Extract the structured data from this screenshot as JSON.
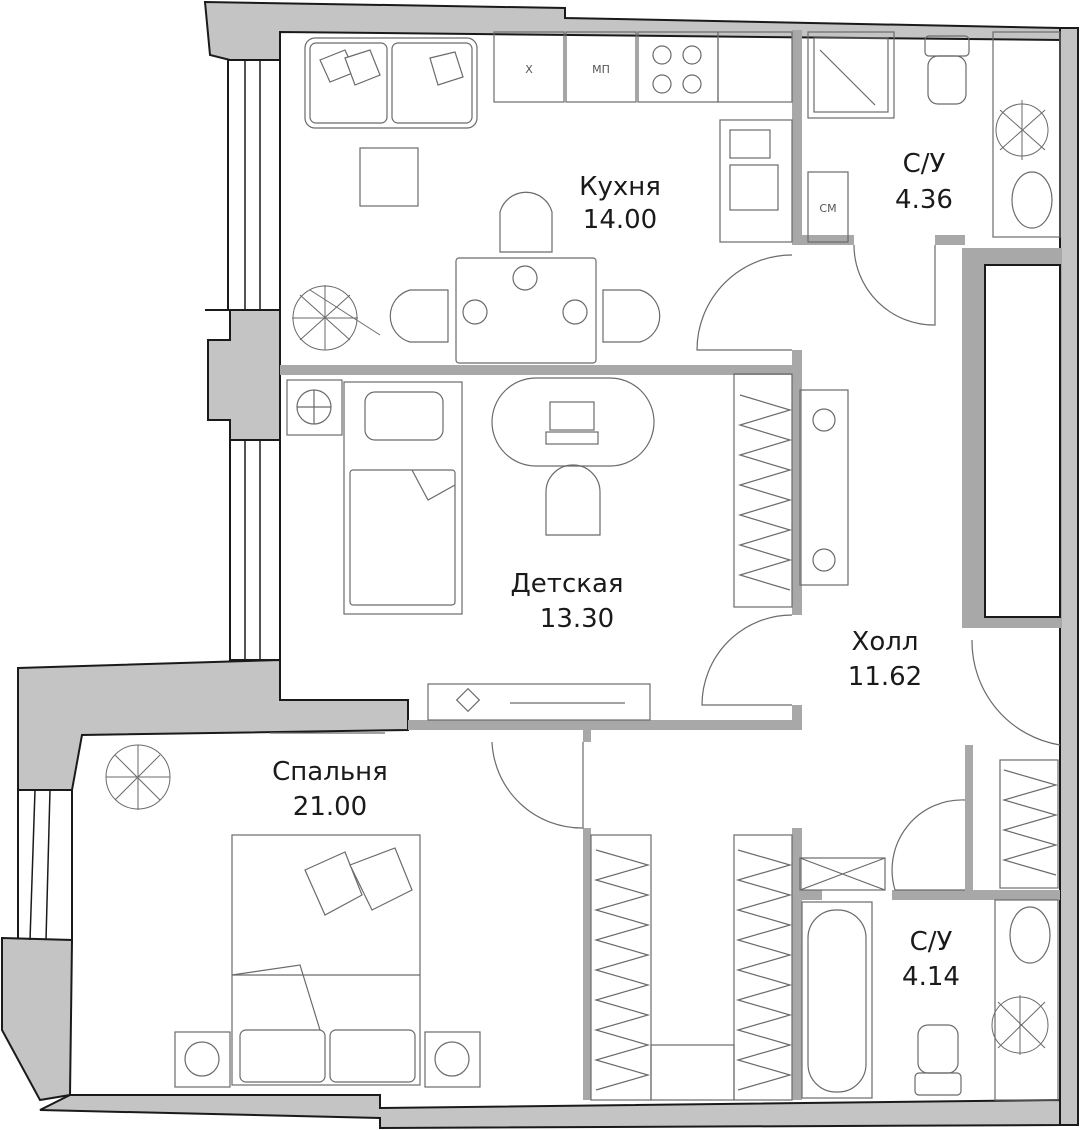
{
  "colors": {
    "wall": "#a8a8a8",
    "outer_wall": "#c4c4c4",
    "line": "#1a1a1a",
    "furniture": "#6a6a6a",
    "background": "#ffffff"
  },
  "rooms": [
    {
      "id": "kitchen",
      "name": "Кухня",
      "area": "14.00"
    },
    {
      "id": "bath1",
      "name": "С/У",
      "area": "4.36"
    },
    {
      "id": "kids",
      "name": "Детская",
      "area": "13.30"
    },
    {
      "id": "hall",
      "name": "Холл",
      "area": "11.62"
    },
    {
      "id": "bedroom",
      "name": "Спальня",
      "area": "21.00"
    },
    {
      "id": "bath2",
      "name": "С/У",
      "area": "4.14"
    }
  ],
  "appliances": {
    "fridge": "Х",
    "dishwasher": "МП",
    "washer": "СМ"
  },
  "icons": [
    "sofa-icon",
    "stove-icon",
    "sink-icon",
    "table-icon",
    "chair-icon",
    "plant-icon",
    "bed-icon",
    "laptop-icon",
    "toilet-icon",
    "shower-icon",
    "bathtub-icon",
    "wardrobe-icon",
    "door-icon"
  ]
}
